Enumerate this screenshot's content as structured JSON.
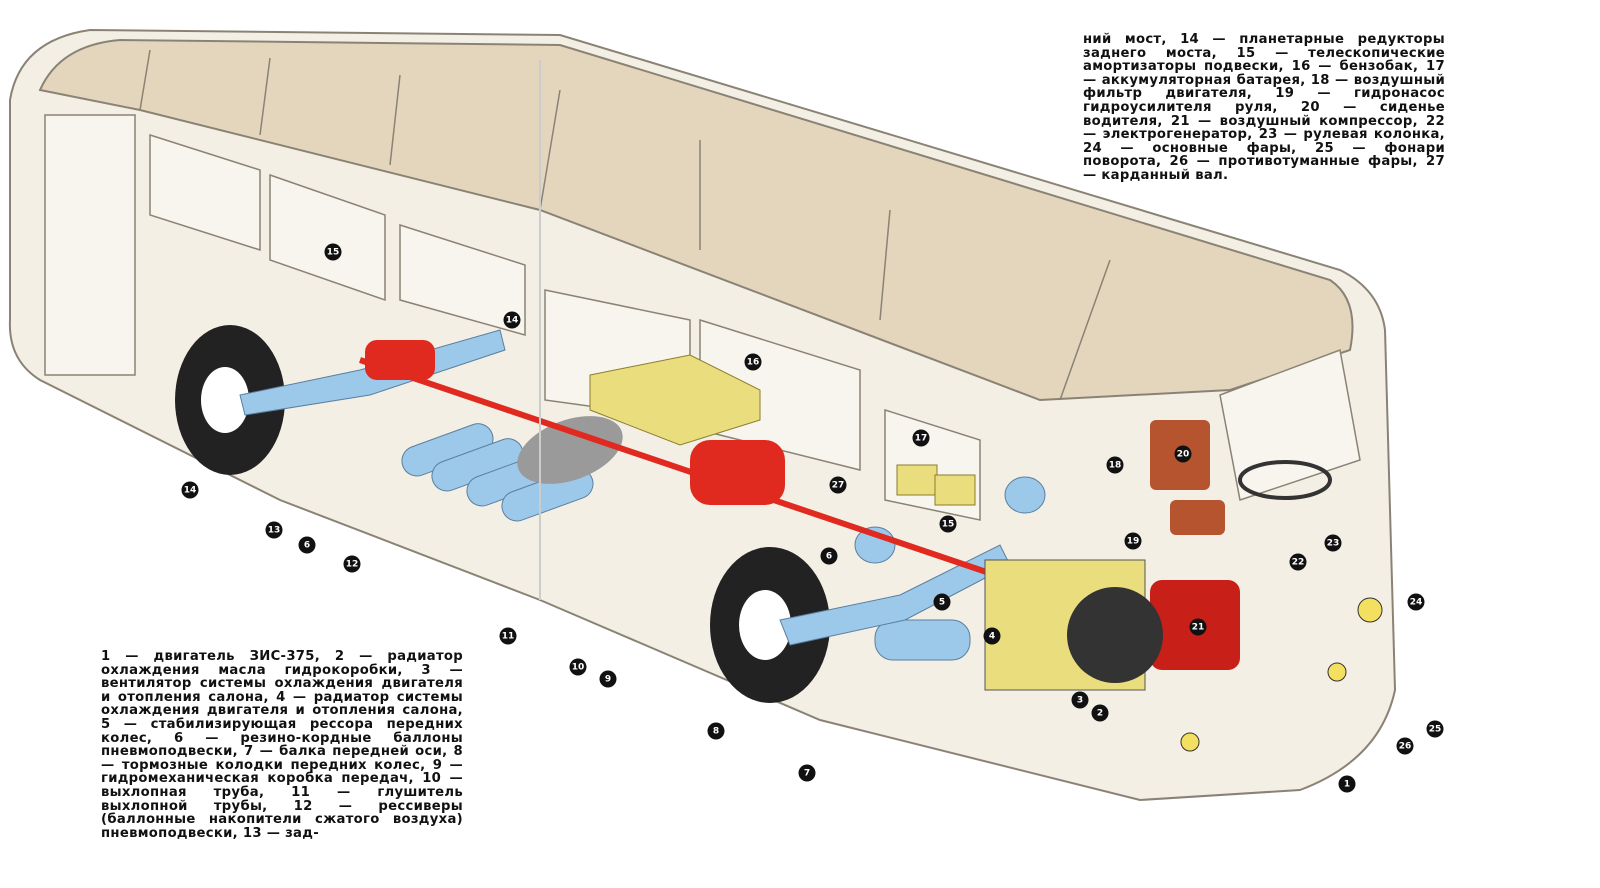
{
  "caption_top": "ний мост, 14 — планетарные редукторы заднего моста, 15 — телескопические амортизаторы подвески, 16 — бензобак, 17 — аккумуляторная батарея, 18 — воздушный фильтр двигателя, 19 — гидронасос гидроусилителя руля, 20 — сиденье водителя, 21 — воздушный компрессор, 22 — электрогенератор, 23 — рулевая колонка, 24 — основные фары, 25 — фонари поворота, 26 — противотуманные фары, 27 — карданный вал.",
  "caption_bottom": "1 — двигатель ЗИС-375, 2 — радиатор охлаждения масла гидрокоробки, 3 — вентилятор системы охлаждения двигателя и отопления салона, 4 — радиатор системы охлаждения двигателя и отопления салона, 5 — стабилизирующая рессора передних колес, 6 — резино-кордные баллоны пневмоподвески, 7 — балка передней оси, 8 — тормозные колодки передних колес, 9 — гидромеханическая коробка передач, 10 — выхлопная труба, 11 — глушитель выхлопной трубы, 12 — рессиверы (баллонные накопители сжатого воздуха) пневмоподвески, 13 — зад-",
  "callouts": [
    "15",
    "14",
    "14",
    "13",
    "6",
    "12",
    "11",
    "16",
    "10",
    "9",
    "17",
    "18",
    "20",
    "19",
    "15",
    "6",
    "5",
    "4",
    "3",
    "21",
    "22",
    "23",
    "24",
    "25",
    "26",
    "1",
    "2",
    "8",
    "7",
    "27"
  ],
  "colors": {
    "body": "#f4efe4",
    "roof": "#e4d6bc",
    "red": "#e02a1f",
    "blue": "#9cc8ea",
    "yellow": "#e9dd7e",
    "seat": "#b5542f"
  }
}
